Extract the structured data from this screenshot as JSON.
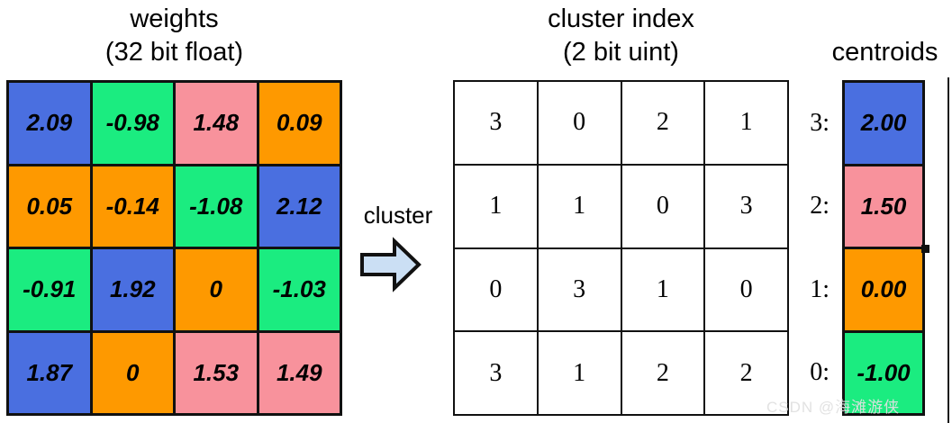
{
  "weights_panel": {
    "title_line1": "weights",
    "title_line2": "(32 bit float)",
    "cells": [
      [
        {
          "v": "2.09",
          "c": "blue"
        },
        {
          "v": "-0.98",
          "c": "green"
        },
        {
          "v": "1.48",
          "c": "pink"
        },
        {
          "v": "0.09",
          "c": "orange"
        }
      ],
      [
        {
          "v": "0.05",
          "c": "orange"
        },
        {
          "v": "-0.14",
          "c": "orange"
        },
        {
          "v": "-1.08",
          "c": "green"
        },
        {
          "v": "2.12",
          "c": "blue"
        }
      ],
      [
        {
          "v": "-0.91",
          "c": "green"
        },
        {
          "v": "1.92",
          "c": "blue"
        },
        {
          "v": "0",
          "c": "orange"
        },
        {
          "v": "-1.03",
          "c": "green"
        }
      ],
      [
        {
          "v": "1.87",
          "c": "blue"
        },
        {
          "v": "0",
          "c": "orange"
        },
        {
          "v": "1.53",
          "c": "pink"
        },
        {
          "v": "1.49",
          "c": "pink"
        }
      ]
    ]
  },
  "arrow": {
    "label": "cluster"
  },
  "index_panel": {
    "title_line1": "cluster index",
    "title_line2": "(2 bit uint)",
    "cells": [
      [
        "3",
        "0",
        "2",
        "1"
      ],
      [
        "1",
        "1",
        "0",
        "3"
      ],
      [
        "0",
        "3",
        "1",
        "0"
      ],
      [
        "3",
        "1",
        "2",
        "2"
      ]
    ]
  },
  "centroids_panel": {
    "title": "centroids",
    "rows": [
      {
        "label": "3:",
        "value": "2.00",
        "c": "blue"
      },
      {
        "label": "2:",
        "value": "1.50",
        "c": "pink"
      },
      {
        "label": "1:",
        "value": "0.00",
        "c": "orange"
      },
      {
        "label": "0:",
        "value": "-1.00",
        "c": "green"
      }
    ]
  },
  "colors": {
    "blue": "#4a6fe0",
    "green": "#1bec80",
    "pink": "#f8929c",
    "orange": "#fe9900",
    "arrow_fill": "#cbdff4"
  },
  "watermark": "CSDN @海滩游侠"
}
